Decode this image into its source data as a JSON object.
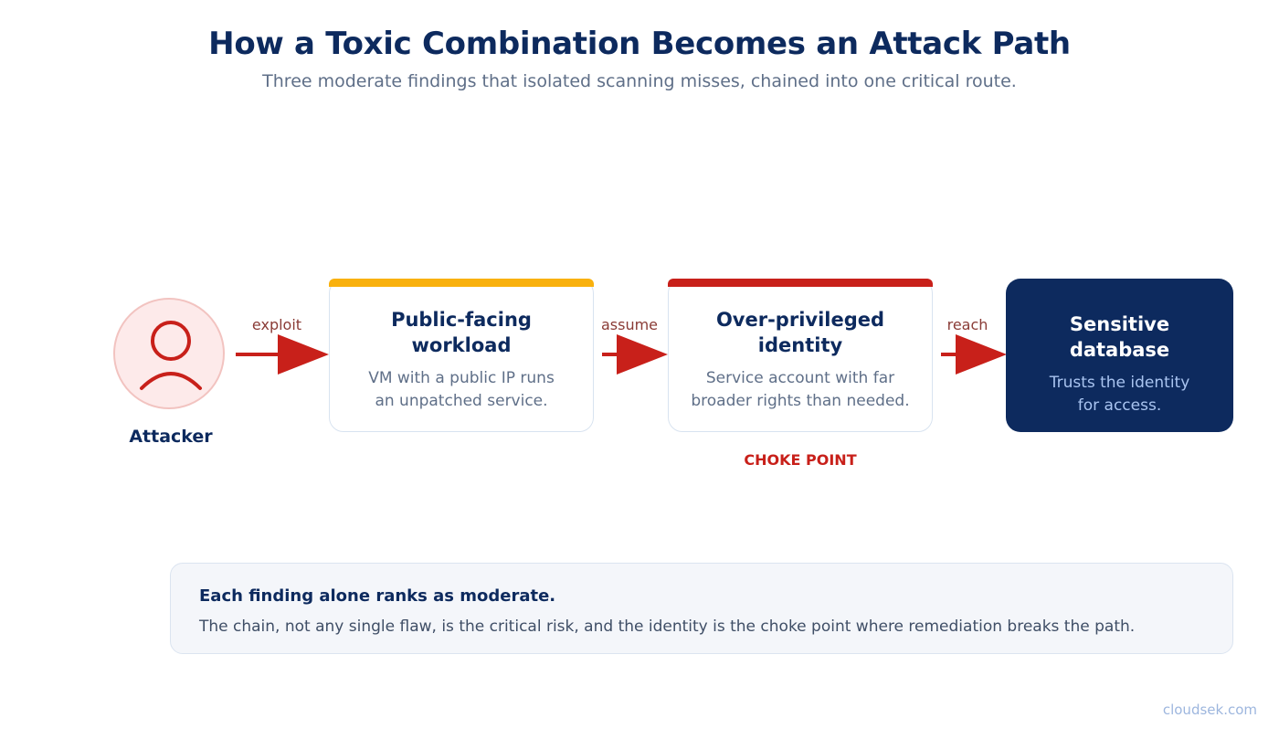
{
  "header": {
    "title": "How a Toxic Combination Becomes an Attack Path",
    "subtitle": "Three moderate findings that isolated scanning misses, chained into one critical route."
  },
  "attacker": {
    "label": "Attacker",
    "icon": "user-icon"
  },
  "edges": [
    {
      "label": "exploit"
    },
    {
      "label": "assume"
    },
    {
      "label": "reach"
    }
  ],
  "nodes": [
    {
      "title_line1": "Public-facing",
      "title_line2": "workload",
      "desc_line1": "VM with a public IP runs",
      "desc_line2": "an unpatched service.",
      "accent": "#f9b10e"
    },
    {
      "title_line1": "Over-privileged",
      "title_line2": "identity",
      "desc_line1": "Service account with far",
      "desc_line2": "broader rights than needed.",
      "accent": "#c8201a",
      "badge": "CHOKE POINT"
    },
    {
      "title_line1": "Sensitive",
      "title_line2": "database",
      "desc_line1": "Trusts the identity",
      "desc_line2": "for access.",
      "accent": "#0d2a5e"
    }
  ],
  "callout": {
    "heading": "Each finding alone ranks as moderate.",
    "body": "The chain, not any single flaw, is the critical risk, and the identity is the choke point where remediation breaks the path."
  },
  "footer": {
    "brand": "cloudsek.com"
  },
  "colors": {
    "navy": "#0d2a5e",
    "red": "#c8201a",
    "amber": "#f9b10e",
    "muted": "#5f6f88"
  }
}
